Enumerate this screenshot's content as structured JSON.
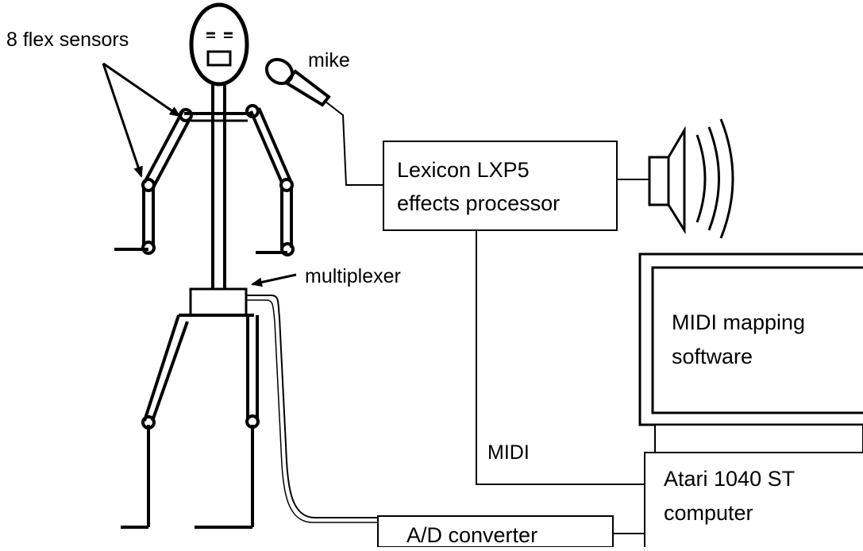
{
  "labels": {
    "flex_sensors": "8 flex sensors",
    "mike": "mike",
    "multiplexer": "multiplexer",
    "midi": "MIDI"
  },
  "boxes": {
    "effects_line1": "Lexicon LXP5",
    "effects_line2": "effects processor",
    "monitor_line1": "MIDI mapping",
    "monitor_line2": "software",
    "computer_line1": "Atari 1040 ST",
    "computer_line2": "computer",
    "converter": "A/D converter"
  }
}
